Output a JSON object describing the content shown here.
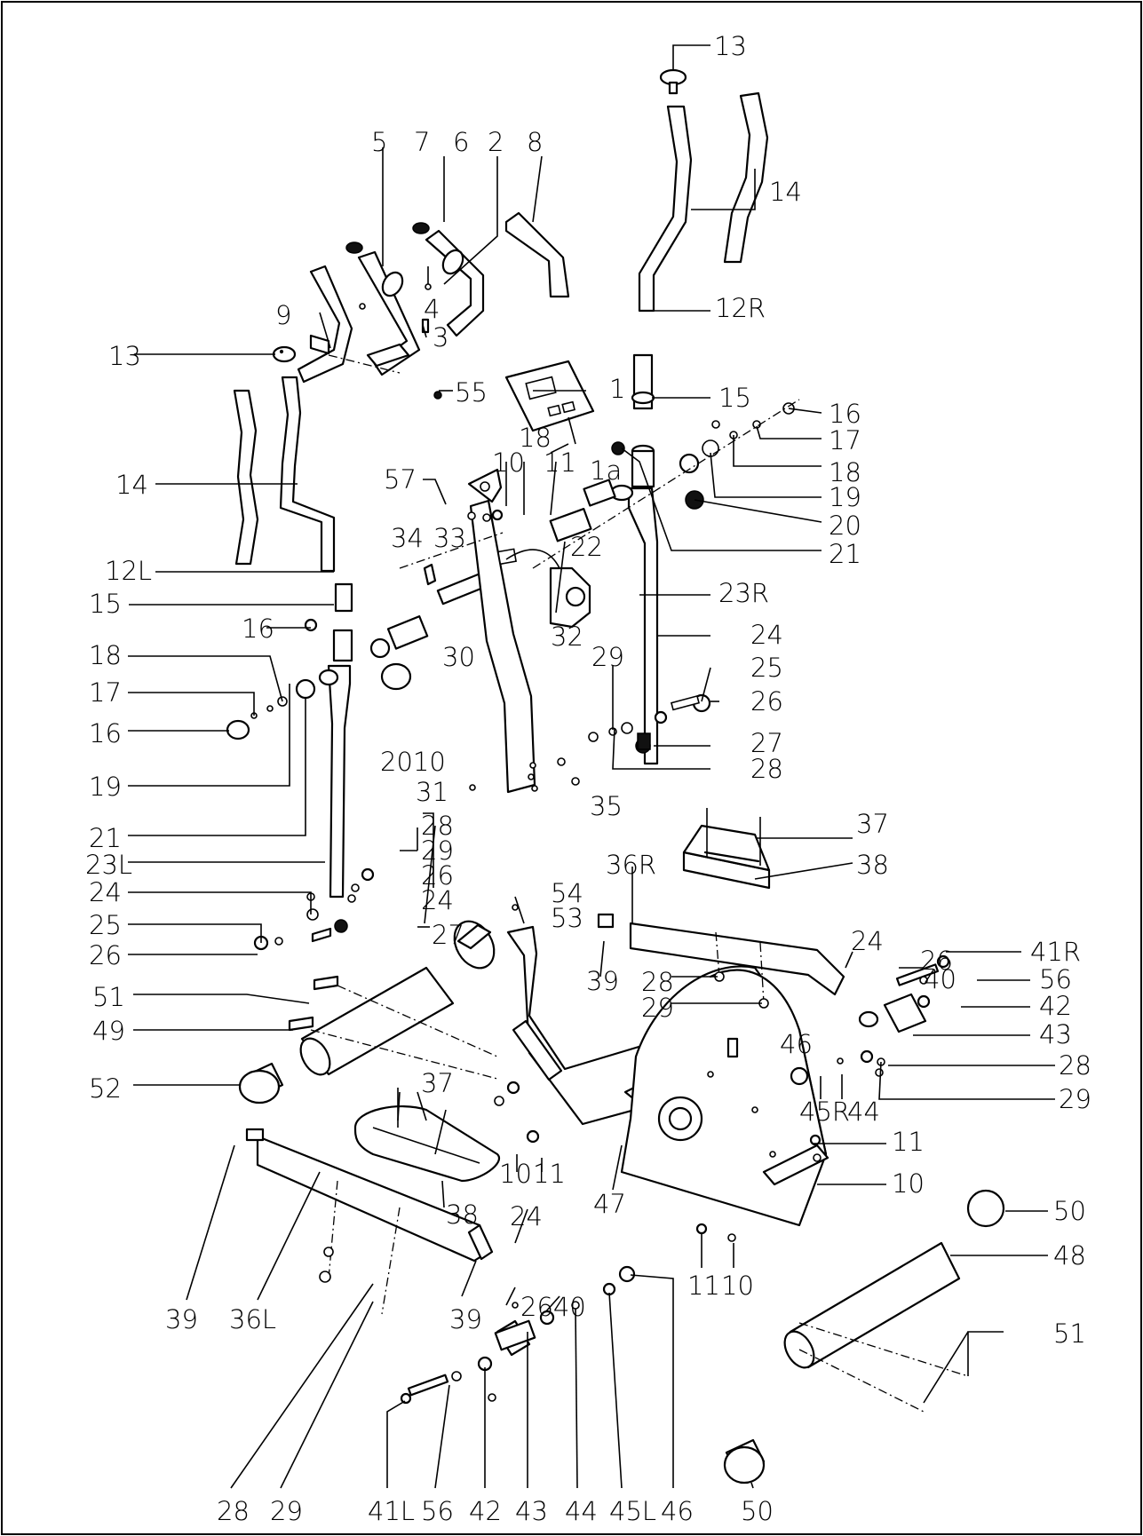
{
  "diagram": {
    "callouts": {
      "c13_top": "13",
      "c14_right": "14",
      "c12R": "12R",
      "c15_right": "15",
      "c16_right": "16",
      "c17_right": "17",
      "c18_right": "18",
      "c19_right": "19",
      "c20_right": "20",
      "c21_right": "21",
      "c23R": "23R",
      "c24_right": "24",
      "c25_right": "25",
      "c26_right": "26",
      "c27_right": "27",
      "c28_right": "28",
      "c29_mid": "29",
      "c32": "32",
      "c22": "22",
      "c1": "1",
      "c1a": "1a",
      "c18_mid": "18",
      "c11_mid": "11",
      "c10_mid": "10",
      "c57": "57",
      "c5": "5",
      "c7": "7",
      "c6": "6",
      "c2": "2",
      "c8": "8",
      "c4": "4",
      "c3": "3",
      "c9": "9",
      "c13_left": "13",
      "c55": "55",
      "c14_left": "14",
      "c12L": "12L",
      "c15_left": "15",
      "c16_left_top": "16",
      "c18_left": "18",
      "c17_left": "17",
      "c16_left": "16",
      "c19_left": "19",
      "c21_left": "21",
      "c23L": "23L",
      "c24_left": "24",
      "c25_left": "25",
      "c26_left": "26",
      "c34": "34",
      "c33": "33",
      "c30": "30",
      "c2010": "2010",
      "c31": "31",
      "c35": "35",
      "c28_left_mid": "28",
      "c29_left_mid": "29",
      "c26_left_mid": "26",
      "c24_left_mid": "24",
      "c27_left": "27",
      "c54": "54",
      "c53": "53",
      "c37_right": "37",
      "c38_right": "38",
      "c36R": "36R",
      "c24_36R": "24",
      "c39_right": "39",
      "c28_36R": "28",
      "c29_36R": "29",
      "c26_41R": "26",
      "c40_right": "40",
      "c41R": "41R",
      "c56_right": "56",
      "c42_right": "42",
      "c43_right": "43",
      "c28_far": "28",
      "c29_far": "29",
      "c46_right": "46",
      "c45R": "45R",
      "c44_right": "44",
      "c51_left": "51",
      "c49": "49",
      "c52": "52",
      "c37_left": "37",
      "c38_left": "38",
      "c10_low": "10",
      "c11_low": "11",
      "c47": "47",
      "c11_right": "11",
      "c10_right": "10",
      "c50_top": "50",
      "c48": "48",
      "c11_bot": "11",
      "c10_bot": "10",
      "c51_right": "51",
      "c24_bot": "24",
      "c2640": "2640",
      "c39_left": "39",
      "c36L": "36L",
      "c39_low": "39",
      "c28_bot": "28",
      "c29_bot": "29",
      "c41L": "41L",
      "c56_bot": "56",
      "c42_bot": "42",
      "c43_bot": "43",
      "c44_bot": "44",
      "c45L": "45L",
      "c46_bot": "46",
      "c50_bot": "50"
    }
  }
}
